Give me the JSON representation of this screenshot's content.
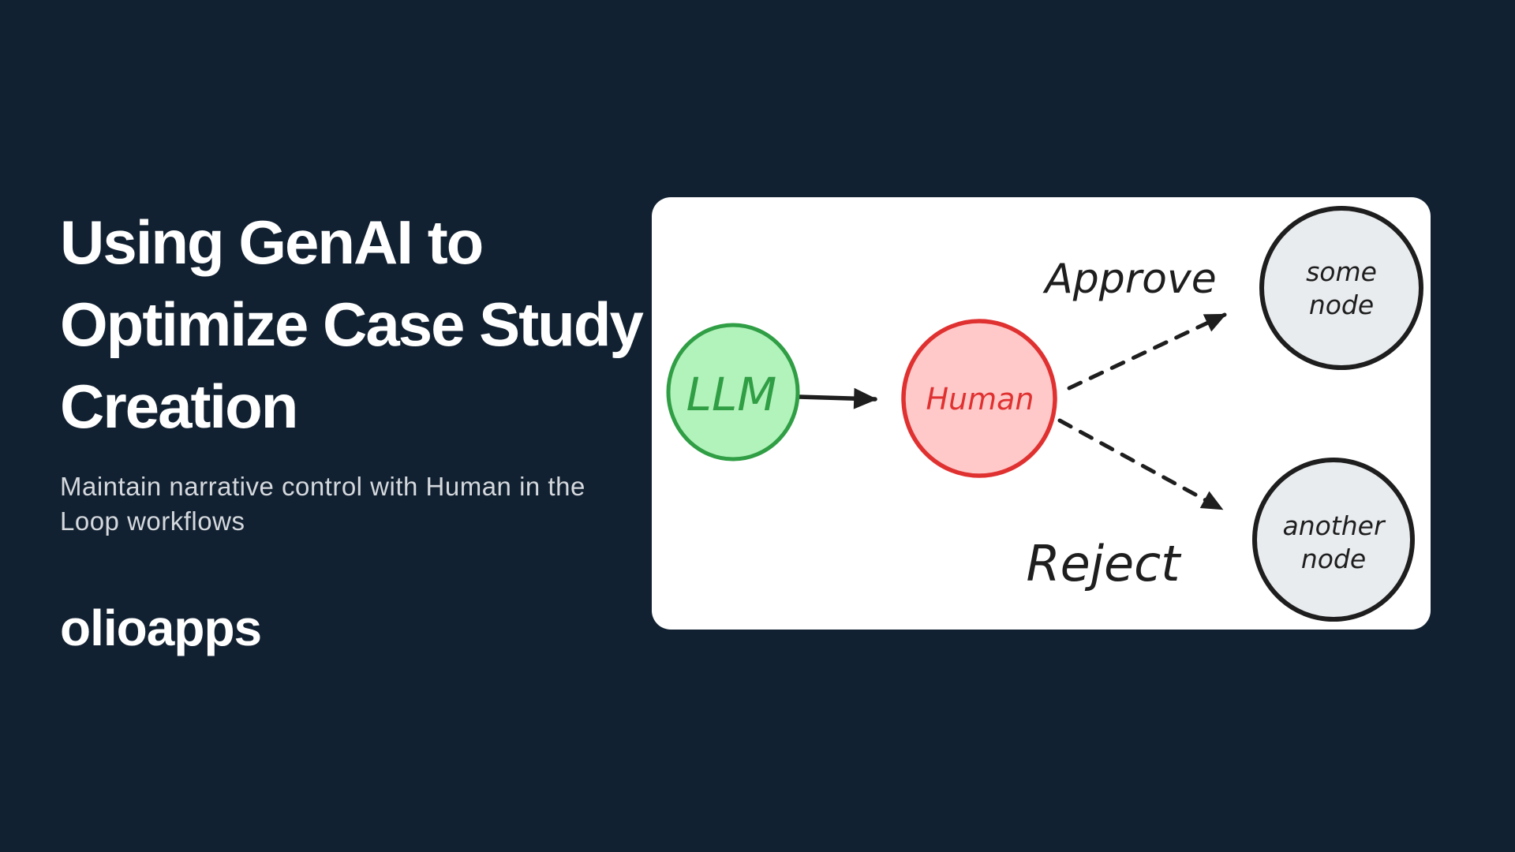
{
  "background_color": "#122131",
  "hero": {
    "title_lines": [
      "Using GenAI to",
      "Optimize Case Study",
      "Creation"
    ],
    "subtitle_lines": [
      "Maintain narrative control with Human in the",
      "Loop workflows"
    ],
    "logo_text": "olioapps"
  },
  "diagram": {
    "card_background": "#ffffff",
    "arrow_color": "#1e1e1e",
    "nodes": {
      "llm": {
        "label": "LLM",
        "fill": "#b2f2bb",
        "stroke": "#2f9e44",
        "text_color": "#2f9e44"
      },
      "human": {
        "label": "Human",
        "fill": "#ffc9c9",
        "stroke": "#e03131",
        "text_color": "#e03131"
      },
      "some_node": {
        "label_line1": "some",
        "label_line2": "node",
        "fill": "#e9ecef",
        "stroke": "#1e1e1e",
        "text_color": "#1e1e1e"
      },
      "another_node": {
        "label_line1": "another",
        "label_line2": "node",
        "fill": "#e9ecef",
        "stroke": "#1e1e1e",
        "text_color": "#1e1e1e"
      }
    },
    "edges": {
      "llm_to_human": {
        "label": ""
      },
      "approve": {
        "label": "Approve"
      },
      "reject": {
        "label": "Reject"
      }
    }
  }
}
